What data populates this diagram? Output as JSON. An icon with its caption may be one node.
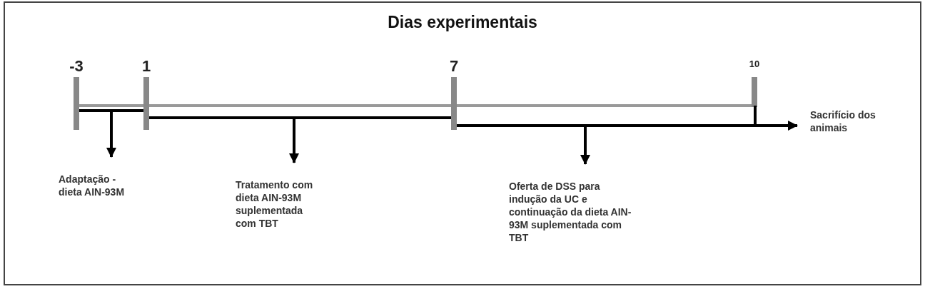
{
  "diagram": {
    "title": "Dias experimentais",
    "nodes": [
      {
        "text": [],
        "shape": "bar"
      },
      {
        "text": [],
        "shape": "bar"
      },
      {
        "text": [],
        "shape": "bar"
      },
      {
        "text": [
          "Adaptação - dieta AIN-93M"
        ]
      },
      {
        "text": [
          "Tratamento com dieta AIN-93M suplementada com TBT"
        ]
      },
      {
        "text": [
          "Oferta de DSS para indução da UC e continuação da dieta AIN-93M suplementada com TBT"
        ]
      },
      {
        "text": [
          "Sacrifício dos animais"
        ]
      }
    ],
    "edges": [
      {
        "from": 0,
        "to": 3,
        "arrow": "to"
      },
      {
        "from": 1,
        "to": 4,
        "arrow": "to"
      },
      {
        "from": 2,
        "to": 5,
        "arrow": "to"
      },
      {
        "from": 2,
        "to": 6,
        "arrow": "to"
      }
    ],
    "labels": [
      "-3",
      "1",
      "7",
      "10"
    ]
  }
}
